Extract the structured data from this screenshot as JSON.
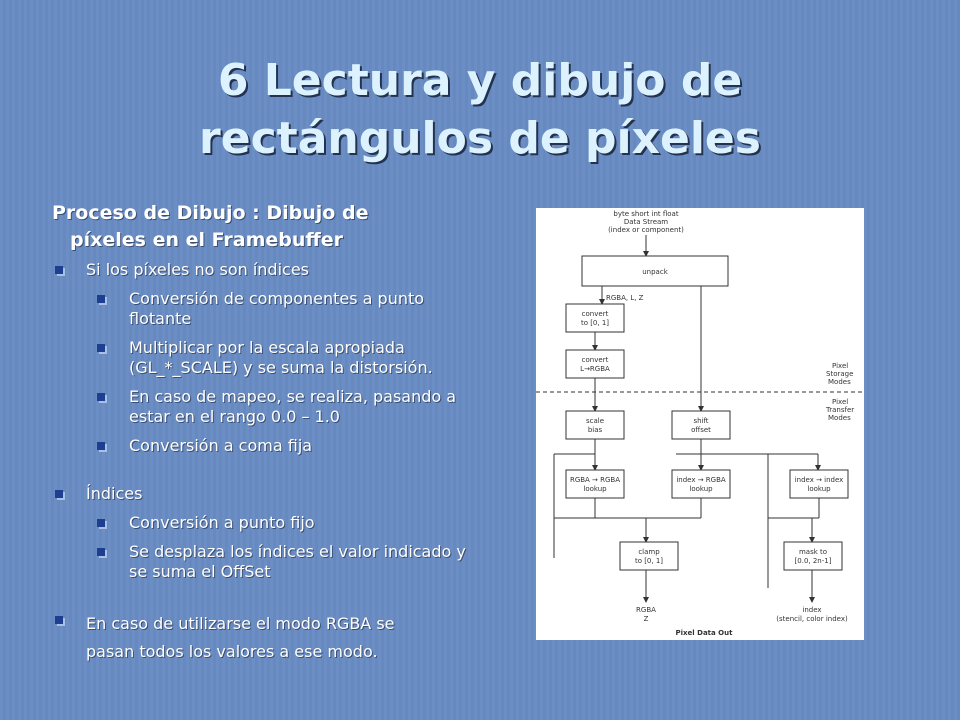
{
  "title": "6 Lectura y dibujo de rectángulos de píxeles",
  "subheading": [
    "Proceso de Dibujo : Dibujo de",
    "píxeles en el Framebuffer"
  ],
  "bullets": {
    "non_index": "Si los píxeles no son índices",
    "non_index_items": [
      "Conversión de componentes a punto flotante",
      "Multiplicar por la escala apropiada (GL_*_SCALE) y se suma la distorsión.",
      "En caso de mapeo, se realiza, pasando a estar en el rango 0.0 – 1.0",
      "Conversión a coma fija"
    ],
    "index": "Índices",
    "index_items": [
      "Conversión a punto fijo",
      "Se desplaza los índices el valor indicado y se suma el OffSet"
    ],
    "rgba": [
      "En caso de utilizarse el modo RGBA se",
      "pasan todos los valores a ese modo."
    ]
  },
  "diagram": {
    "input": [
      "byte short int float",
      "Data Stream",
      "(index or component)"
    ],
    "unpack": "unpack",
    "rgba_l_z": "RGBA, L, Z",
    "convert1": [
      "convert",
      "to [0, 1]"
    ],
    "convert2": [
      "convert",
      "L→RGBA"
    ],
    "storage_label": [
      "Pixel",
      "Storage",
      "Modes"
    ],
    "transfer_label": [
      "Pixel",
      "Transfer",
      "Modes"
    ],
    "scale_bias": [
      "scale",
      "bias"
    ],
    "shift_offset": [
      "shift",
      "offset"
    ],
    "rgba_lookup": [
      "RGBA → RGBA",
      "lookup"
    ],
    "index_rgba_lookup": [
      "index → RGBA",
      "lookup"
    ],
    "index_index_lookup": [
      "index → index",
      "lookup"
    ],
    "clamp": [
      "clamp",
      "to [0, 1]"
    ],
    "mask": [
      "mask to",
      "[0.0, 2n-1]"
    ],
    "out_rgba": [
      "RGBA",
      "Z"
    ],
    "out_index": [
      "index",
      "(stencil, color index)"
    ],
    "footer": "Pixel Data Out"
  }
}
